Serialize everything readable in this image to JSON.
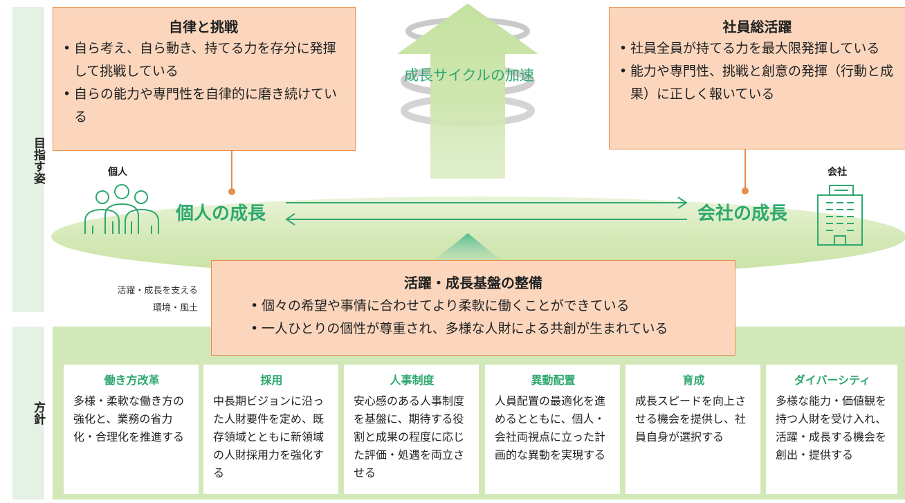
{
  "side": {
    "aim": "目指す姿",
    "policy": "方針"
  },
  "left_box": {
    "title": "自律と挑戦",
    "items": [
      "自ら考え、自ら動き、持てる力を存分に発揮して挑戦している",
      "自らの能力や専門性を自律的に磨き続けている"
    ]
  },
  "right_box": {
    "title": "社員総活躍",
    "items": [
      "社員全員が持てる力を最大限発揮している",
      "能力や専門性、挑戦と創意の発揮（行動と成果）に正しく報いている"
    ]
  },
  "center_box": {
    "title": "活躍・成長基盤の整備",
    "items": [
      "個々の希望や事情に合わせてより柔軟に働くことができている",
      "一人ひとりの個性が尊重され、多様な人財による共創が生まれている"
    ]
  },
  "cycle_label": "成長サイクルの加速",
  "individual": {
    "label": "個人",
    "growth": "個人の成長"
  },
  "company": {
    "label": "会社",
    "growth": "会社の成長"
  },
  "support_label_1": "活躍・成長を支える",
  "support_label_2": "環境・風土",
  "policies": [
    {
      "title": "働き方改革",
      "body": "多様・柔軟な働き方の強化と、業務の省力化・合理化を推進する"
    },
    {
      "title": "採用",
      "body": "中長期ビジョンに沿った人財要件を定め、既存領域とともに新領域の人財採用力を強化する"
    },
    {
      "title": "人事制度",
      "body": "安心感のある人事制度を基盤に、期待する役割と成果の程度に応じた評価・処遇を両立させる"
    },
    {
      "title": "異動配置",
      "body": "人員配置の最適化を進めるとともに、個人・会社両視点に立った計画的な異動を実現する"
    },
    {
      "title": "育成",
      "body": "成長スピードを向上させる機会を提供し、社員自身が選択する"
    },
    {
      "title": "ダイバーシティ",
      "body": "多様な能力・価値観を持つ人財を受け入れ、活躍・成長する機会を創出・提供する"
    }
  ],
  "colors": {
    "green": "#2ea86f",
    "orange": "#e88e4a",
    "orange_fill": "#fbd6bd",
    "light_green": "#d3e8b8"
  }
}
